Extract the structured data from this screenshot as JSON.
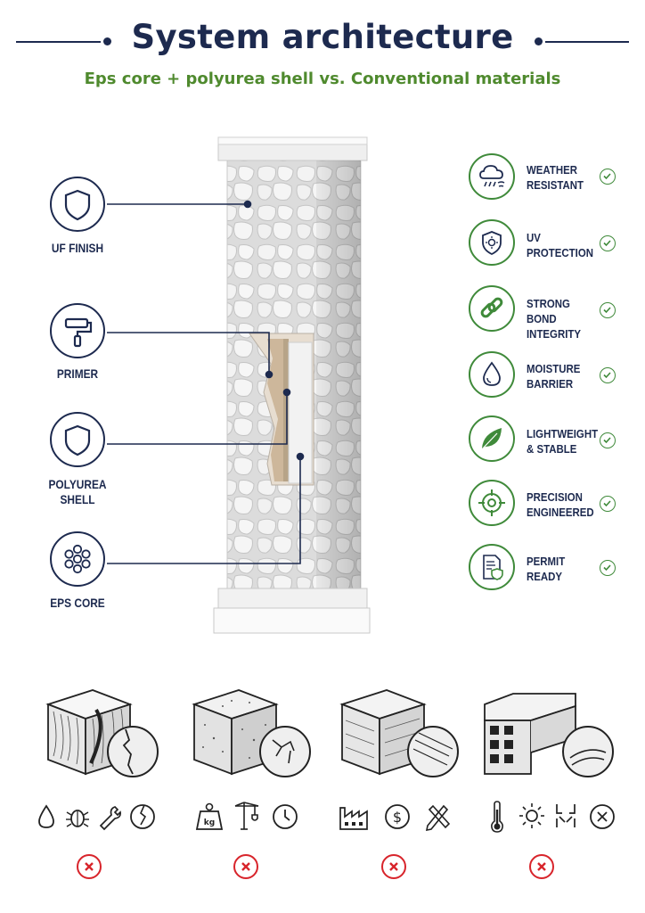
{
  "header": {
    "title": "System architecture",
    "subtitle": "Eps core + polyurea shell vs. Conventional materials"
  },
  "layers": [
    {
      "label_lines": [
        "UF FINISH"
      ],
      "icon": "shield-icon"
    },
    {
      "label_lines": [
        "PRIMER"
      ],
      "icon": "paint-roller-icon"
    },
    {
      "label_lines": [
        "POLYUREA",
        "SHELL"
      ],
      "icon": "shield-icon"
    },
    {
      "label_lines": [
        "EPS CORE"
      ],
      "icon": "beads-icon"
    }
  ],
  "features": [
    {
      "label_lines": [
        "WEATHER",
        "RESISTANT"
      ],
      "icon": "cloud-rain-icon"
    },
    {
      "label_lines": [
        "UV",
        "PROTECTION"
      ],
      "icon": "sun-shield-icon"
    },
    {
      "label_lines": [
        "STRONG BOND",
        "INTEGRITY"
      ],
      "icon": "chain-link-icon"
    },
    {
      "label_lines": [
        "MOISTURE",
        "BARRIER"
      ],
      "icon": "water-drop-icon"
    },
    {
      "label_lines": [
        "LIGHTWEIGHT",
        "& STABLE"
      ],
      "icon": "leaf-icon"
    },
    {
      "label_lines": [
        "PRECISION",
        "ENGINEERED"
      ],
      "icon": "crosshair-icon"
    },
    {
      "label_lines": [
        "PERMIT",
        "READY"
      ],
      "icon": "document-shield-icon"
    }
  ],
  "conventional_materials": [
    {
      "material": "wood",
      "icons": [
        "water-drop-icon",
        "bug-icon",
        "wrench-icon",
        "cracked-circle-icon"
      ]
    },
    {
      "material": "concrete",
      "icons": [
        "weight-kg-icon",
        "crane-icon",
        "clock-icon"
      ]
    },
    {
      "material": "stone",
      "icons": [
        "factory-icon",
        "dollar-icon",
        "pencil-ruler-icon"
      ]
    },
    {
      "material": "pvc",
      "icons": [
        "thermometer-icon",
        "sun-icon",
        "broken-joint-icon",
        "x-circle-icon"
      ]
    }
  ],
  "colors": {
    "navy": "#1d2a4f",
    "green": "#3f8a3a",
    "subtitle_green": "#4f8a2e",
    "red": "#d8242b"
  }
}
